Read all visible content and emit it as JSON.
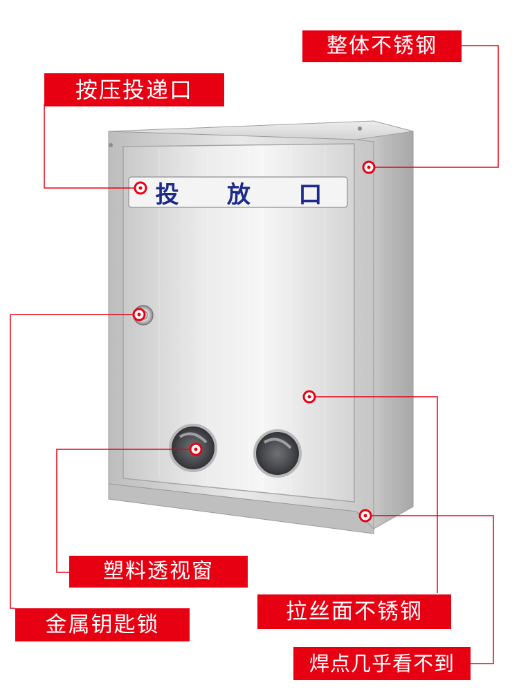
{
  "callouts": {
    "press_slot": "按压投递口",
    "whole_steel": "整体不锈钢",
    "key_lock": "金属钥匙锁",
    "plastic_window": "塑料透视窗",
    "brushed_steel": "拉丝面不锈钢",
    "weld_invisible": "焊点几乎看不到"
  },
  "mailbox": {
    "slot_chars": [
      "投",
      "放",
      "口"
    ]
  },
  "colors": {
    "callout_red": "#e60012",
    "slot_text": "#1c2a8a"
  }
}
